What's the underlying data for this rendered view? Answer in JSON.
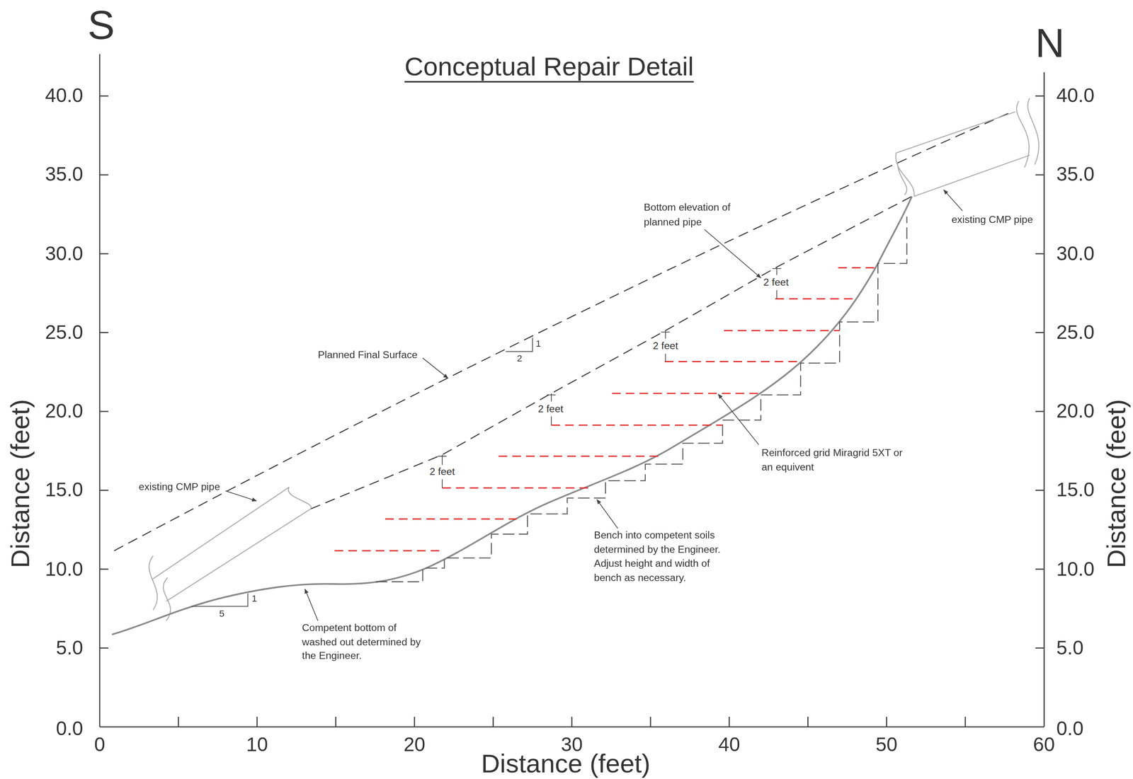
{
  "diagram": {
    "title": "Conceptual Repair Detail",
    "labels": [
      "S",
      "N",
      "40.0",
      "35.0",
      "30.0",
      "25.0",
      "20.0",
      "15.0",
      "10.0",
      "5.0",
      "0.0",
      "40.0",
      "35.0",
      "30.0",
      "25.0",
      "20.0",
      "15.0",
      "10.0",
      "5.0",
      "0.0",
      "0",
      "10",
      "20",
      "30",
      "40",
      "50",
      "60",
      "Distance (feet)",
      "Distance (feet)",
      "Distance (feet)",
      "Bottom elevation of planned pipe",
      "existing CMP pipe",
      "2 feet",
      "2 feet",
      "1",
      "2",
      "Planned Final Surface",
      "2 feet",
      "2 feet",
      "Reinforced grid Miragrid 5XT or an equivent",
      "existing CMP pipe",
      "Bench into competent soils determined by the Engineer. Adjust height and width of bench as necessary.",
      "1",
      "5",
      "Competent bottom of washed out determined by the Engineer."
    ]
  }
}
